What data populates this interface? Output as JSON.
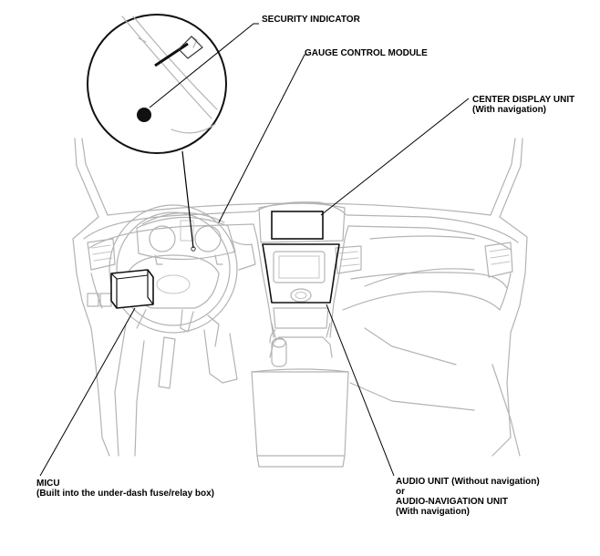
{
  "labels": {
    "security_indicator": "SECURITY INDICATOR",
    "gauge_control_module": "GAUGE CONTROL MODULE",
    "center_display_line1": "CENTER DISPLAY UNIT",
    "center_display_line2": "(With navigation)",
    "micu_line1": "MICU",
    "micu_line2": "(Built into the under-dash fuse/relay box)",
    "audio_line1": "AUDIO UNIT (Without navigation)",
    "audio_line2": "or",
    "audio_line3": "AUDIO-NAVIGATION UNIT",
    "audio_line4": "(With navigation)"
  }
}
